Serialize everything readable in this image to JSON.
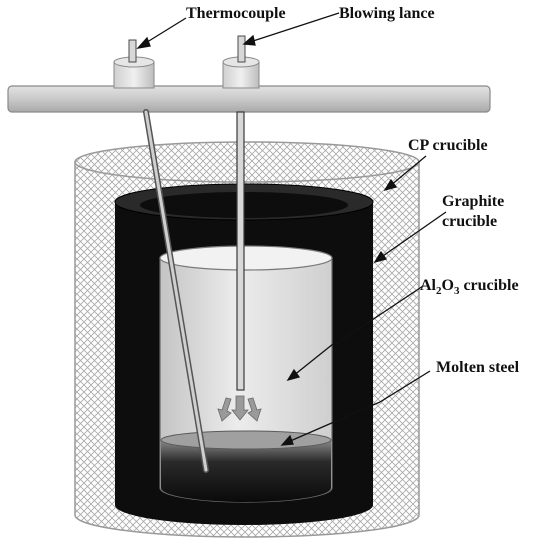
{
  "labels": {
    "thermocouple": "Thermocouple",
    "blowing_lance": "Blowing lance",
    "cp_crucible": "CP crucible",
    "graphite_line1": "Graphite",
    "graphite_line2": "crucible",
    "al2o3_al": "Al",
    "al2o3_sub2": "2",
    "al2o3_o": "O",
    "al2o3_sub3": "3",
    "al2o3_rest": " crucible",
    "molten_steel": "Molten steel"
  },
  "colors": {
    "graphite": "#0d0d0d",
    "cp_hatch": "#9a9a9a",
    "lid": "#c8c8c8",
    "alumina": "#d9d9d9",
    "steel_dark": "#141414"
  }
}
